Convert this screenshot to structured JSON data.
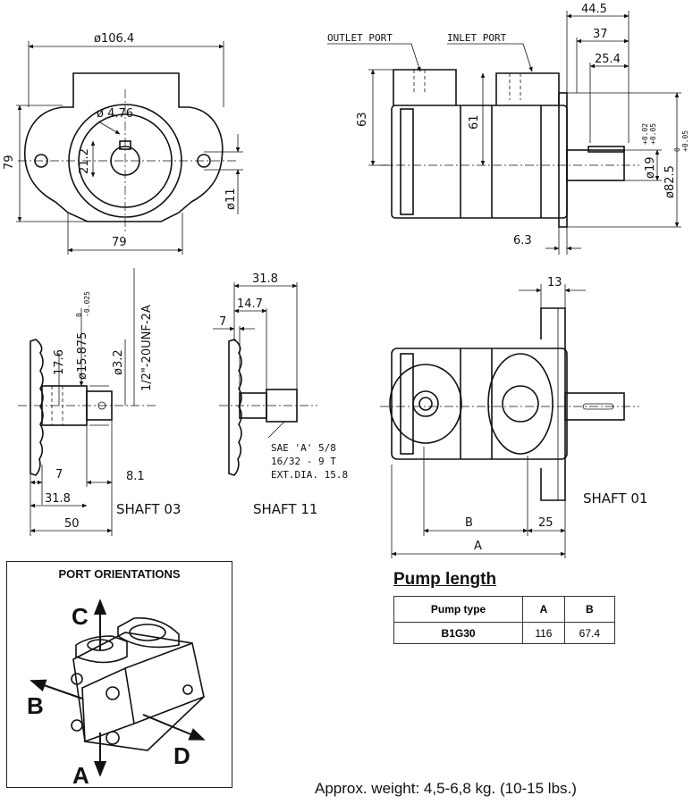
{
  "front_view": {
    "flange_dia": "ø106.4",
    "port_hole": "ø 4.76",
    "key_height": "21.2",
    "height": "79",
    "width": "79",
    "mount_hole": "ø11"
  },
  "side_view": {
    "outlet_port": "OUTLET PORT",
    "inlet_port": "INLET PORT",
    "overall_height": "63",
    "body_height": "61",
    "dim_44_5": "44.5",
    "dim_37": "37",
    "dim_25_4": "25.4",
    "shaft_dia": "ø19",
    "shaft_tol_top": "+0.02",
    "shaft_tol_bottom": "+0.05",
    "pilot_dia": "ø82.5",
    "pilot_tol_top": "0",
    "pilot_tol_bottom": "+0.05",
    "dim_6_3": "6.3"
  },
  "shaft_03": {
    "label": "SHAFT 03",
    "dim_17_6": "17.6",
    "dia": "ø15.875",
    "dia_tol_top": "0",
    "dia_tol_bottom": "-0.025",
    "pin_dia": "ø3.2",
    "thread": "1/2\"-20UNF-2A",
    "dim_7": "7",
    "dim_8_1": "8.1",
    "dim_31_8": "31.8",
    "dim_50": "50"
  },
  "shaft_11": {
    "label": "SHAFT 11",
    "dim_31_8": "31.8",
    "dim_14_7": "14.7",
    "dim_7": "7",
    "spec_line1": "SAE 'A' 5/8",
    "spec_line2": "16/32 - 9 T",
    "spec_line3": "EXT.DIA. 15.8"
  },
  "shaft_01": {
    "label": "SHAFT 01",
    "dim_13": "13",
    "dim_b": "B",
    "dim_25": "25",
    "dim_a": "A"
  },
  "port_orientations": {
    "title": "PORT ORIENTATIONS",
    "labels": [
      "A",
      "B",
      "C",
      "D"
    ]
  },
  "pump_length": {
    "title": "Pump length",
    "headers": [
      "Pump type",
      "A",
      "B"
    ],
    "rows": [
      [
        "B1G30",
        "116",
        "67.4"
      ]
    ]
  },
  "weight_note": "Approx. weight: 4,5-6,8 kg. (10-15 lbs.)"
}
